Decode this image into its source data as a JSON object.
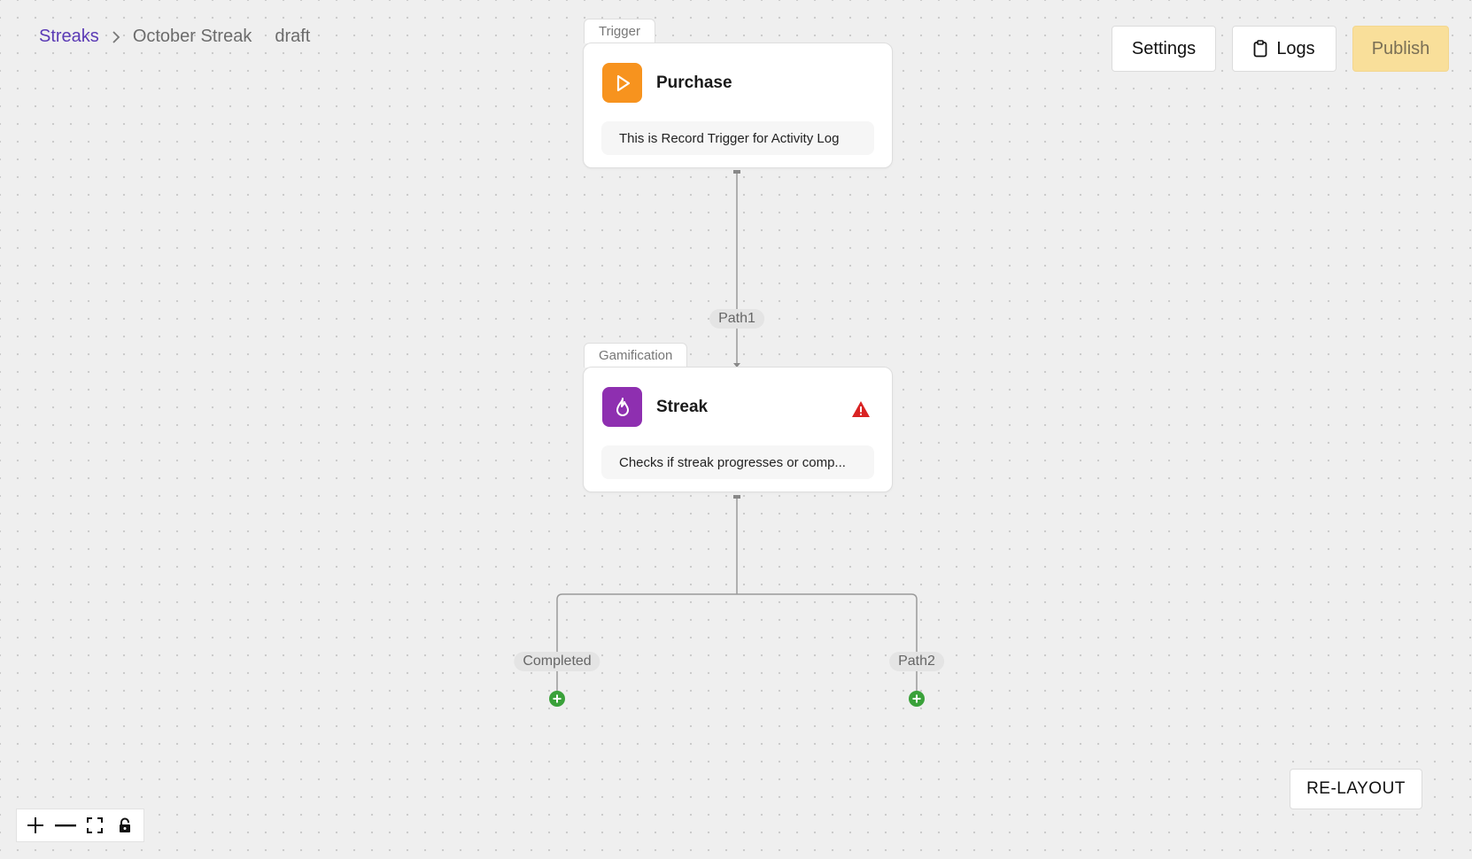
{
  "breadcrumb": {
    "root": "Streaks",
    "current": "October Streak",
    "status": "draft"
  },
  "toolbar": {
    "settings_label": "Settings",
    "logs_label": "Logs",
    "publish_label": "Publish"
  },
  "nodes": {
    "trigger": {
      "category": "Trigger",
      "title": "Purchase",
      "description": "This is Record Trigger for Activity Log",
      "icon": "play-icon",
      "color": "#f7931e"
    },
    "gamification": {
      "category": "Gamification",
      "title": "Streak",
      "description": "Checks if streak progresses or comp...",
      "icon": "flame-icon",
      "color": "#8e2fb0"
    }
  },
  "edges": {
    "path1": "Path1",
    "completed": "Completed",
    "path2": "Path2"
  },
  "relayout_label": "RE-LAYOUT",
  "colors": {
    "accent": "#5b3bb5",
    "publish_bg": "#f9df9a",
    "add_button": "#3aa13a",
    "warning": "#d92323"
  }
}
